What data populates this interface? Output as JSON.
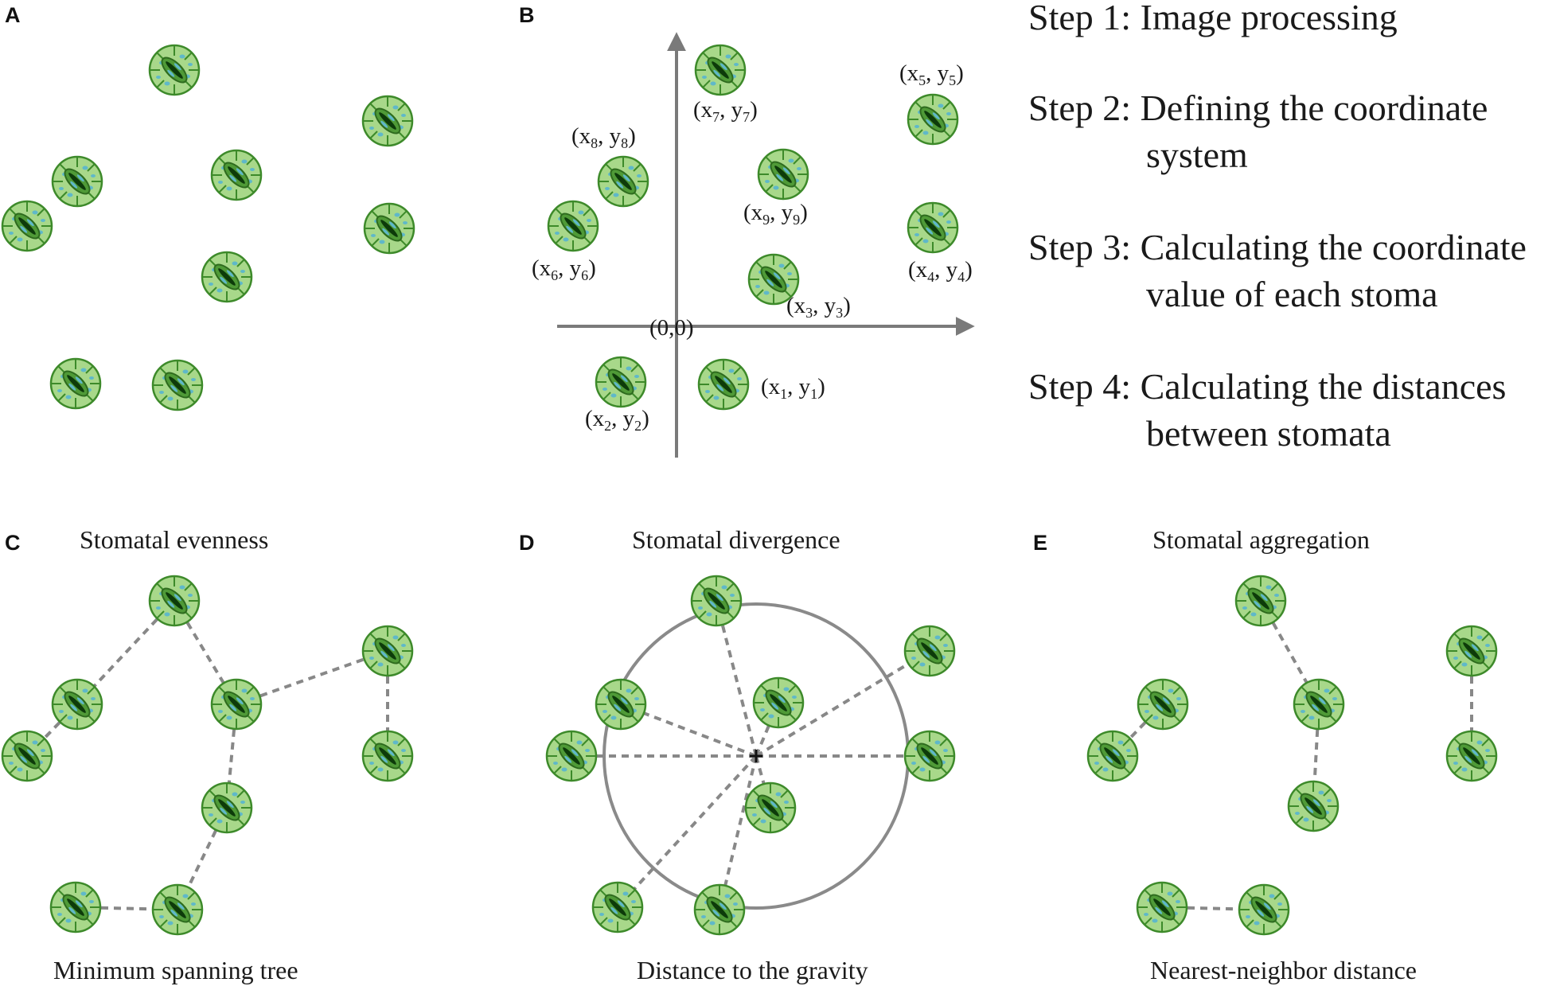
{
  "panels": {
    "A": {
      "letter": "A"
    },
    "B": {
      "letter": "B",
      "origin_label": "(0,0)",
      "coords": [
        {
          "id": "1",
          "x": "x",
          "y": "y",
          "sub": "1"
        },
        {
          "id": "2",
          "x": "x",
          "y": "y",
          "sub": "2"
        },
        {
          "id": "3",
          "x": "x",
          "y": "y",
          "sub": "3"
        },
        {
          "id": "4",
          "x": "x",
          "y": "y",
          "sub": "4"
        },
        {
          "id": "5",
          "x": "x",
          "y": "y",
          "sub": "5"
        },
        {
          "id": "6",
          "x": "x",
          "y": "y",
          "sub": "6"
        },
        {
          "id": "7",
          "x": "x",
          "y": "y",
          "sub": "7"
        },
        {
          "id": "8",
          "x": "x",
          "y": "y",
          "sub": "8"
        },
        {
          "id": "9",
          "x": "x",
          "y": "y",
          "sub": "9"
        }
      ]
    },
    "C": {
      "letter": "C",
      "title": "Stomatal evenness",
      "caption": "Minimum spanning tree"
    },
    "D": {
      "letter": "D",
      "title": "Stomatal divergence",
      "caption": "Distance to the gravity"
    },
    "E": {
      "letter": "E",
      "title": "Stomatal aggregation",
      "caption": "Nearest-neighbor distance"
    }
  },
  "steps": [
    {
      "label": "Step 1:",
      "text": "Image processing",
      "cont": ""
    },
    {
      "label": "Step 2:",
      "text": "Defining the coordinate",
      "cont": "system"
    },
    {
      "label": "Step 3:",
      "text": "Calculating the coordinate",
      "cont": "value of each stoma"
    },
    {
      "label": "Step 4:",
      "text": "Calculating the distances",
      "cont": "between stomata"
    }
  ],
  "colors": {
    "guard_cell": "#2e6b1e",
    "pore": "#0d3b0a",
    "subsidiary_fill": "#a8d88a",
    "subsidiary_stroke": "#3d8a2a",
    "nucleus": "#5fb8c9",
    "axis": "#7a7a7a",
    "dash": "#888888"
  }
}
